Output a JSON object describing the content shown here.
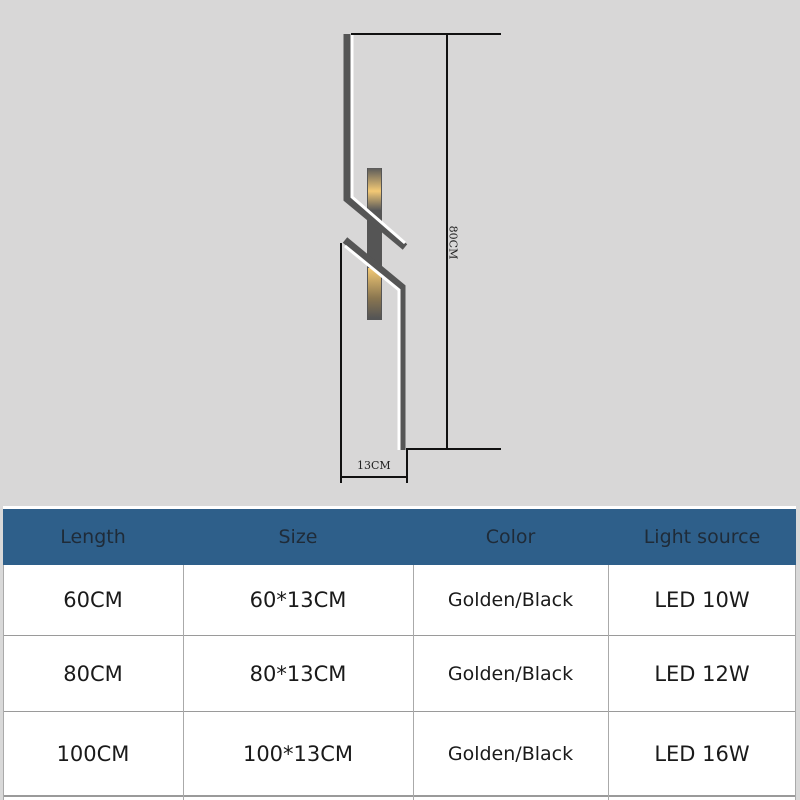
{
  "diagram": {
    "height_label": "80CM",
    "width_label": "13CM",
    "colors": {
      "lamp_body": "#555555",
      "lamp_edge": "#ffffff",
      "glow": "#f2c46a",
      "dim_line": "#111111"
    }
  },
  "table": {
    "header_color": "#2e5f8a",
    "headers": [
      "Length",
      "Size",
      "Color",
      "Light source"
    ],
    "rows": [
      [
        "60CM",
        "60*13CM",
        "Golden/Black",
        "LED 10W"
      ],
      [
        "80CM",
        "80*13CM",
        "Golden/Black",
        "LED 12W"
      ],
      [
        "100CM",
        "100*13CM",
        "Golden/Black",
        "LED 16W"
      ]
    ]
  }
}
